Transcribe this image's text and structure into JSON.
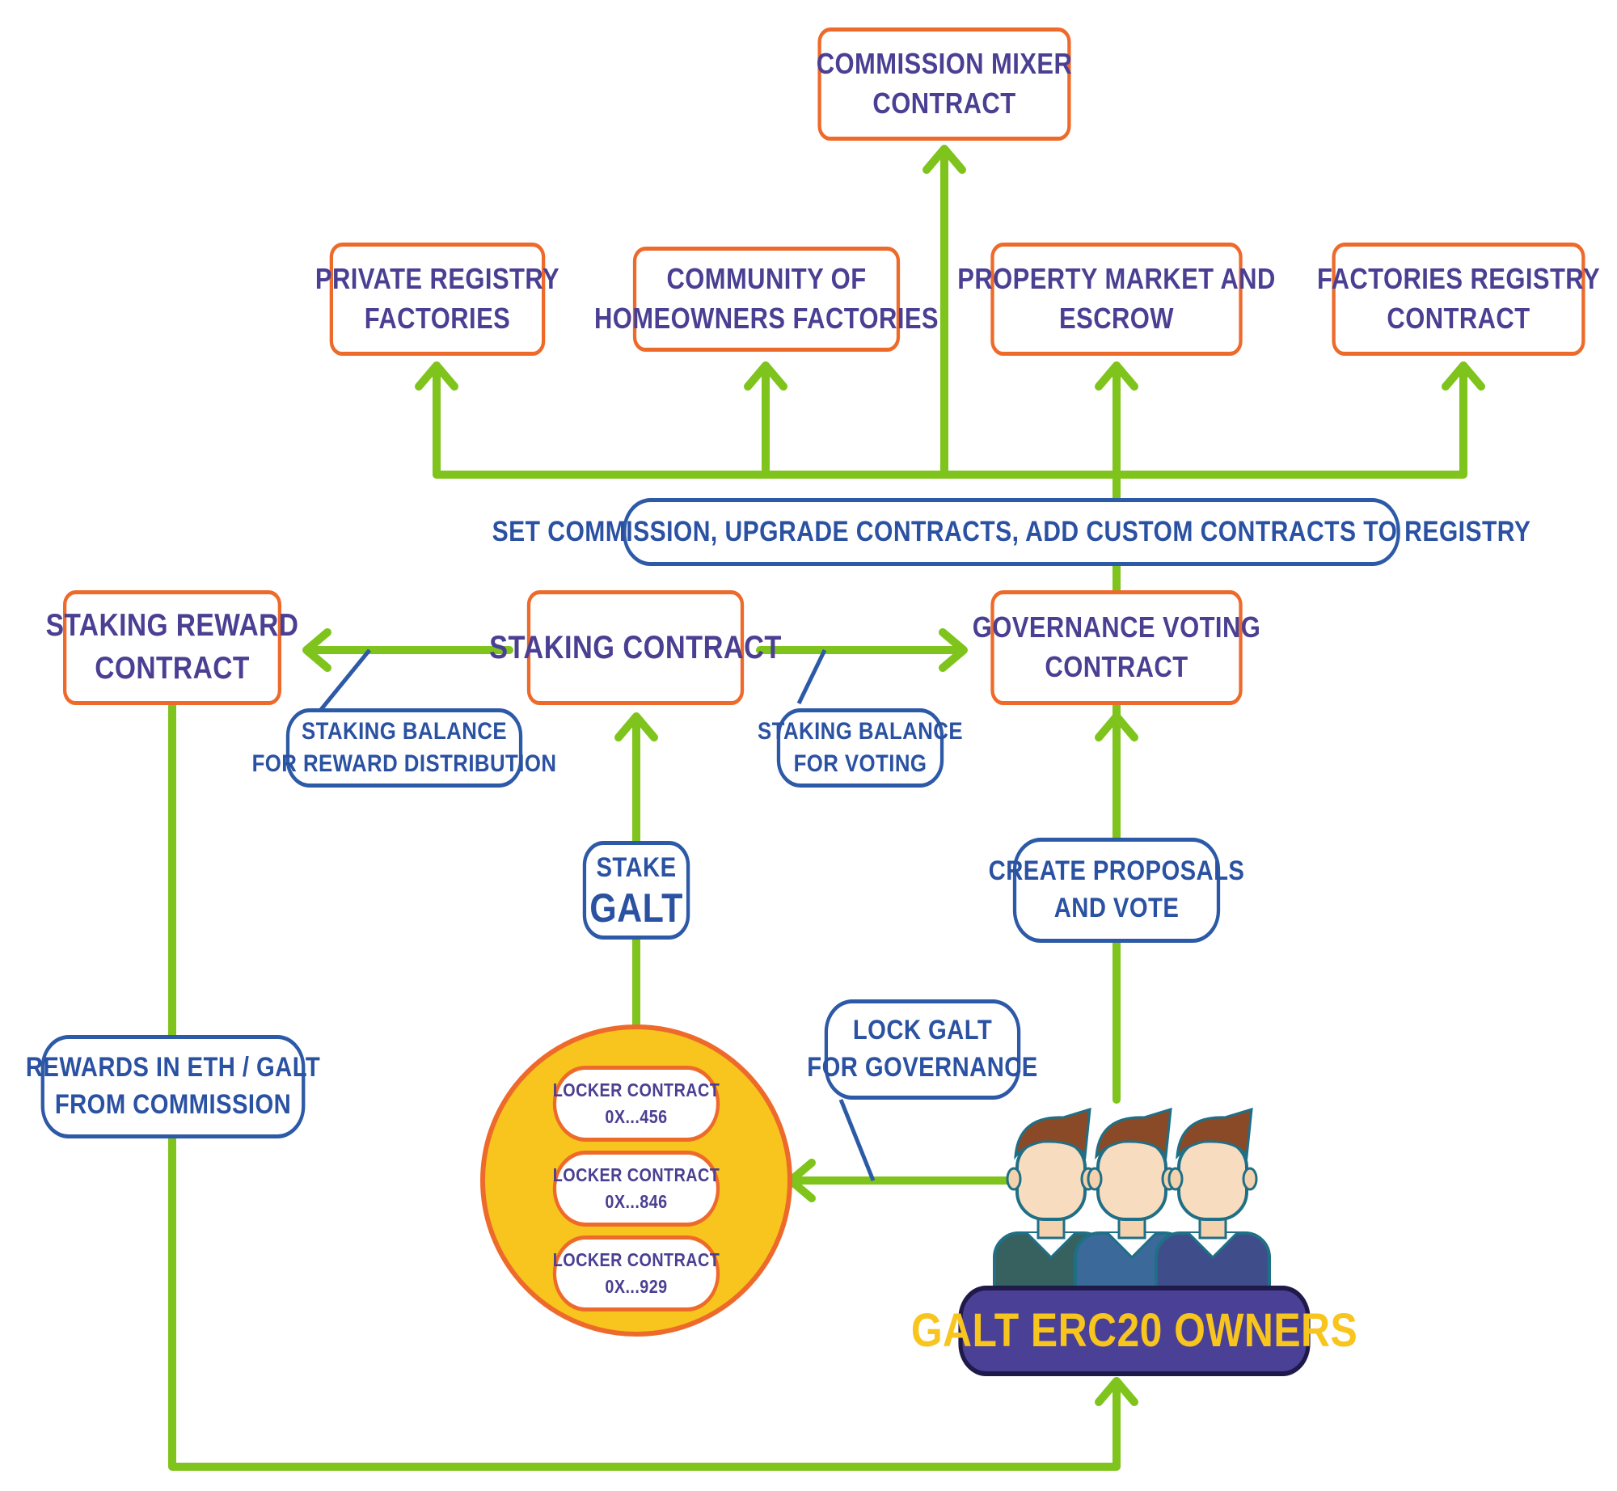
{
  "nodes": {
    "commission_mixer": [
      "COMMISSION MIXER",
      "CONTRACT"
    ],
    "private_registry": [
      "PRIVATE REGISTRY",
      "FACTORIES"
    ],
    "community_homeowners": [
      "COMMUNITY OF",
      "HOMEOWNERS FACTORIES"
    ],
    "property_market": [
      "PROPERTY MARKET AND",
      "ESCROW"
    ],
    "factories_registry": [
      "FACTORIES REGISTRY",
      "CONTRACT"
    ],
    "staking_reward": [
      "STAKING REWARD",
      "CONTRACT"
    ],
    "staking_contract": [
      "STAKING CONTRACT"
    ],
    "governance_voting": [
      "GOVERNANCE VOTING",
      "CONTRACT"
    ],
    "owners": "GALT ERC20 OWNERS"
  },
  "labels": {
    "set_commission": "SET COMMISSION, UPGRADE CONTRACTS, ADD CUSTOM CONTRACTS TO REGISTRY",
    "staking_balance_reward": [
      "STAKING BALANCE",
      "FOR REWARD DISTRIBUTION"
    ],
    "staking_balance_voting": [
      "STAKING BALANCE",
      "FOR VOTING"
    ],
    "stake_galt": [
      "STAKE",
      "GALT"
    ],
    "create_proposals": [
      "CREATE PROPOSALS",
      "AND VOTE"
    ],
    "lock_galt": [
      "LOCK GALT",
      "FOR GOVERNANCE"
    ],
    "rewards": [
      "REWARDS IN ETH / GALT",
      "FROM COMMISSION"
    ]
  },
  "lockers": [
    {
      "title": "LOCKER CONTRACT",
      "address": "0x...456"
    },
    {
      "title": "LOCKER CONTRACT",
      "address": "0x...846"
    },
    {
      "title": "LOCKER CONTRACT",
      "address": "0x...929"
    }
  ],
  "colors": {
    "arrow": "#7fc41c",
    "contract_border": "#ee6a2b",
    "label_border": "#2d5aa7",
    "label_text": "#2a51a2",
    "contract_text": "#4a3f92",
    "locker_pool_fill": "#f7c51e",
    "owners_fill": "#4a4096",
    "owners_text": "#f7c51e"
  },
  "icons": [
    "person-icon",
    "person-icon",
    "person-icon"
  ]
}
